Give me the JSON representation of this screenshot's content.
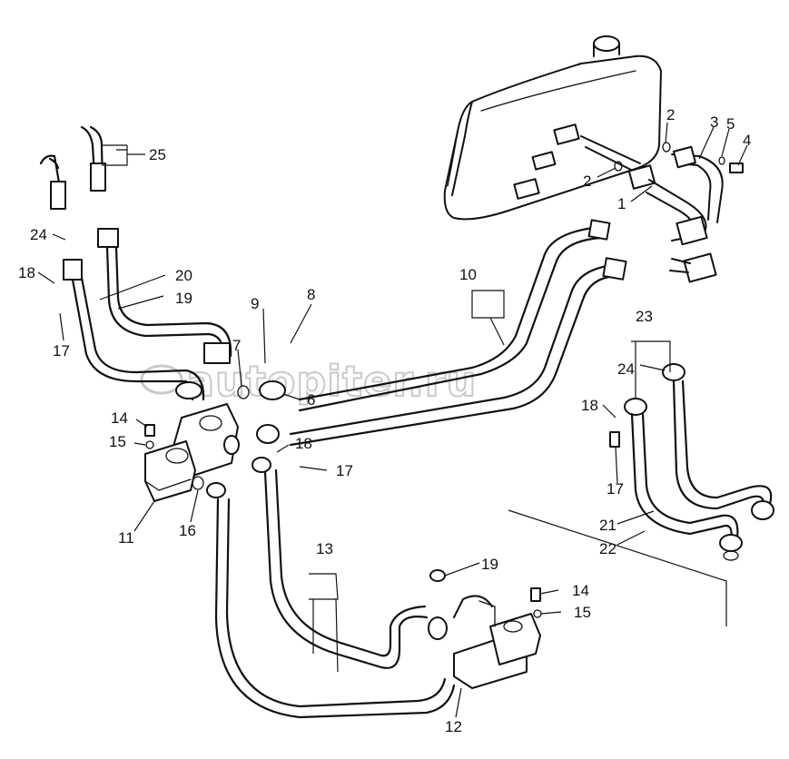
{
  "watermark": "autopiter.ru",
  "callouts": [
    {
      "id": "c1",
      "label": "1"
    },
    {
      "id": "c2a",
      "label": "2"
    },
    {
      "id": "c2b",
      "label": "2"
    },
    {
      "id": "c3",
      "label": "3"
    },
    {
      "id": "c4",
      "label": "4"
    },
    {
      "id": "c5",
      "label": "5"
    },
    {
      "id": "c6",
      "label": "6"
    },
    {
      "id": "c7",
      "label": "7"
    },
    {
      "id": "c8",
      "label": "8"
    },
    {
      "id": "c9",
      "label": "9"
    },
    {
      "id": "c10",
      "label": "10"
    },
    {
      "id": "c11",
      "label": "11"
    },
    {
      "id": "c12",
      "label": "12"
    },
    {
      "id": "c13",
      "label": "13"
    },
    {
      "id": "c14a",
      "label": "14"
    },
    {
      "id": "c14b",
      "label": "14"
    },
    {
      "id": "c15a",
      "label": "15"
    },
    {
      "id": "c15b",
      "label": "15"
    },
    {
      "id": "c16",
      "label": "16"
    },
    {
      "id": "c17a",
      "label": "17"
    },
    {
      "id": "c17b",
      "label": "17"
    },
    {
      "id": "c17c",
      "label": "17"
    },
    {
      "id": "c18a",
      "label": "18"
    },
    {
      "id": "c18b",
      "label": "18"
    },
    {
      "id": "c18c",
      "label": "18"
    },
    {
      "id": "c19a",
      "label": "19"
    },
    {
      "id": "c19b",
      "label": "19"
    },
    {
      "id": "c20",
      "label": "20"
    },
    {
      "id": "c21",
      "label": "21"
    },
    {
      "id": "c22",
      "label": "22"
    },
    {
      "id": "c23",
      "label": "23"
    },
    {
      "id": "c24a",
      "label": "24"
    },
    {
      "id": "c24b",
      "label": "24"
    },
    {
      "id": "c25",
      "label": "25"
    }
  ]
}
